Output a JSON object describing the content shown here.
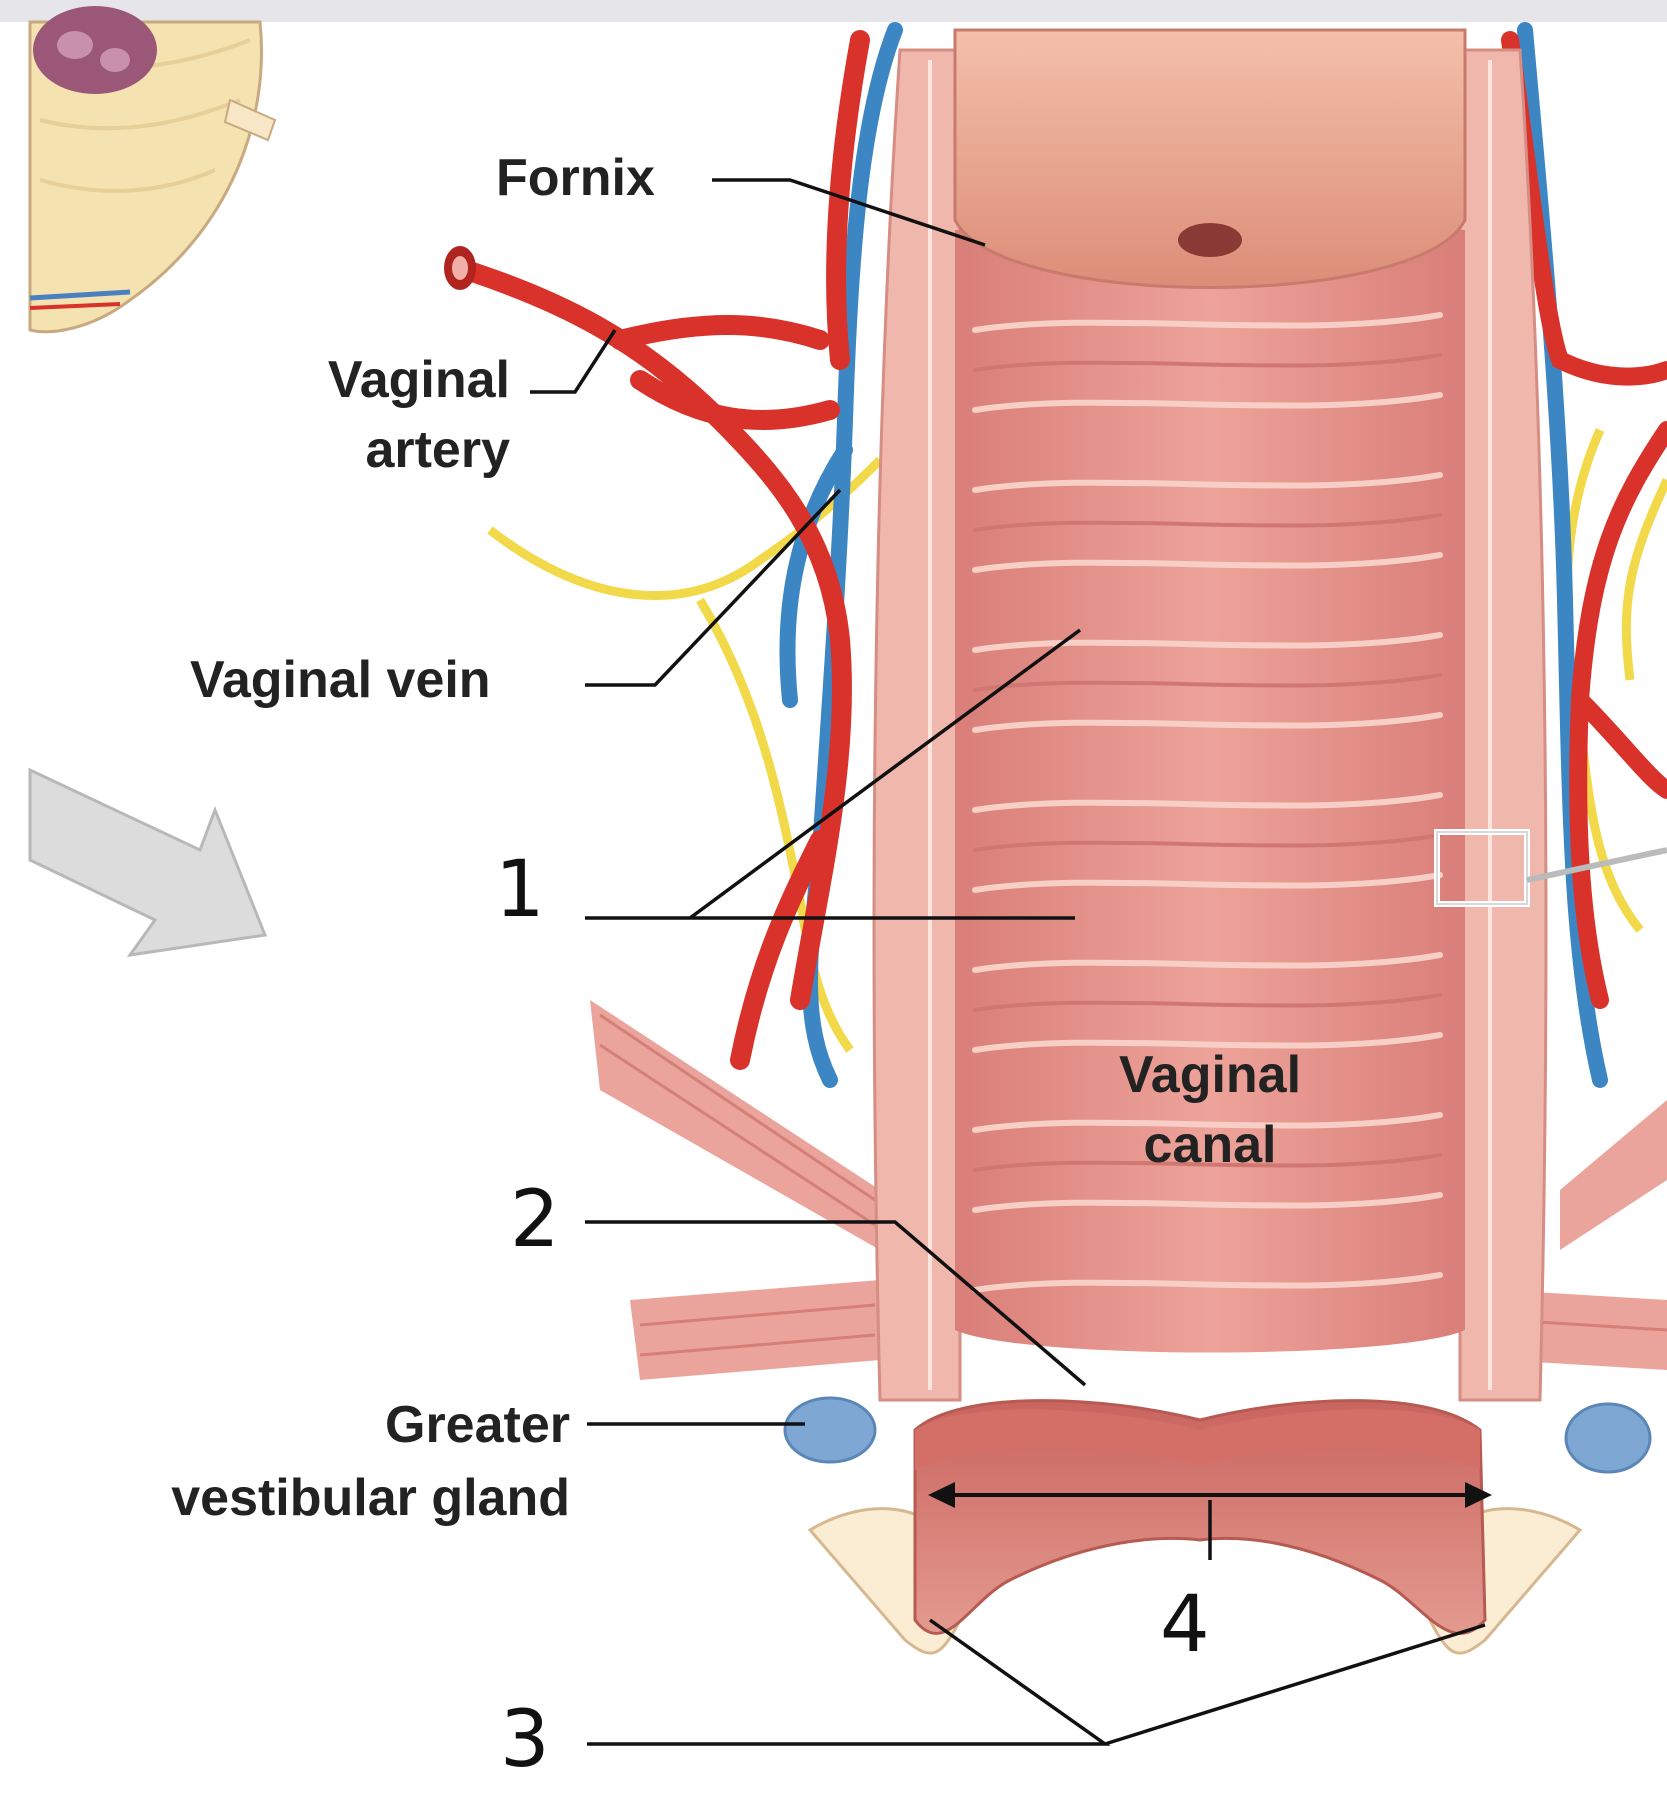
{
  "diagram": {
    "labels": {
      "fornix": "Fornix",
      "vaginal_artery_line1": "Vaginal",
      "vaginal_artery_line2": "artery",
      "vaginal_vein": "Vaginal vein",
      "vaginal_canal_line1": "Vaginal",
      "vaginal_canal_line2": "canal",
      "greater_vestibular_gland_line1": "Greater",
      "greater_vestibular_gland_line2": "vestibular gland"
    },
    "handwritten_numbers": {
      "one": "1",
      "two": "2",
      "three": "3",
      "four": "4"
    },
    "colors": {
      "tissue": "#e8958e",
      "tissue_dark": "#d8776f",
      "wall": "#f0b7ad",
      "artery": "#d9322a",
      "vein": "#3d86c4",
      "nerve": "#f2d94a",
      "gland": "#7fa7d4",
      "leader_line": "#111111",
      "arrow": "#d7d7d7"
    }
  }
}
